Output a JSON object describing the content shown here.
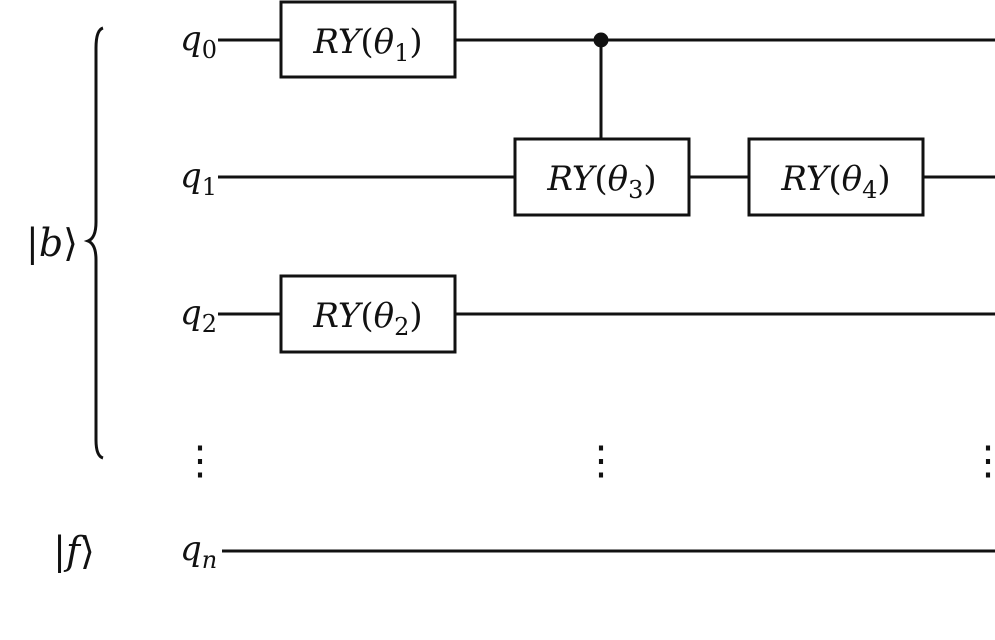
{
  "registers": {
    "b_label": {
      "open": "|",
      "name": "b",
      "close": "⟩"
    },
    "f_label": {
      "open": "|",
      "name": "f",
      "close": "⟩"
    }
  },
  "qubits": [
    {
      "id": "q0",
      "symbol": "q",
      "sub": "0"
    },
    {
      "id": "q1",
      "symbol": "q",
      "sub": "1"
    },
    {
      "id": "q2",
      "symbol": "q",
      "sub": "2"
    },
    {
      "id": "qn",
      "symbol": "q",
      "sub": "n"
    }
  ],
  "gates": [
    {
      "id": "gate-ry-theta1",
      "op": "RY",
      "param": "θ",
      "sub": "1"
    },
    {
      "id": "gate-ry-theta2",
      "op": "RY",
      "param": "θ",
      "sub": "2"
    },
    {
      "id": "gate-ry-theta3",
      "op": "RY",
      "param": "θ",
      "sub": "3"
    },
    {
      "id": "gate-ry-theta4",
      "op": "RY",
      "param": "θ",
      "sub": "4"
    }
  ],
  "ellipsis": "⋮"
}
